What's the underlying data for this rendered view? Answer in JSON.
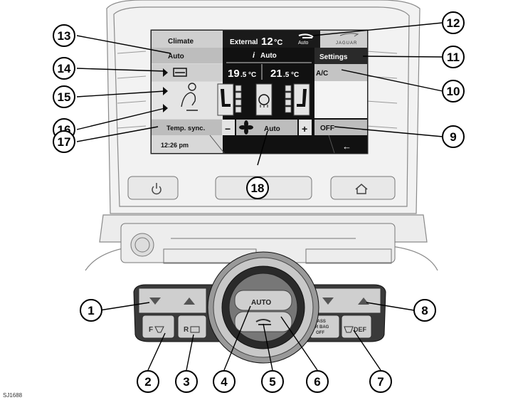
{
  "screen": {
    "title": "Climate",
    "external_label": "External",
    "external_temp": "12",
    "temp_unit": "°C",
    "recirc_label": "Auto",
    "brand": "JAGUAR",
    "auto_label": "Auto",
    "settings_label": "Settings",
    "ac_label": "A/C",
    "off_label": "OFF",
    "temp_sync_label": "Temp. sync.",
    "fan_auto_label": "Auto",
    "time": "12:26 pm",
    "left_temp_int": "19",
    "left_temp_dec": ".5",
    "right_temp_int": "21",
    "right_temp_dec": ".5",
    "info_auto_label": "Auto",
    "minus": "−",
    "plus": "+",
    "back_arrow": "←"
  },
  "controls": {
    "auto_button": "AUTO",
    "front_defrost_letter": "F",
    "rear_defrost_letter": "R",
    "pass_airbag_line1": "PASS",
    "pass_airbag_line2": "AIR BAG",
    "pass_airbag_line3": "OFF",
    "def_label": "DEF"
  },
  "callouts": [
    "1",
    "2",
    "3",
    "4",
    "5",
    "6",
    "7",
    "8",
    "9",
    "10",
    "11",
    "12",
    "13",
    "14",
    "15",
    "16",
    "17",
    "18"
  ],
  "figure_id": "SJ1688"
}
